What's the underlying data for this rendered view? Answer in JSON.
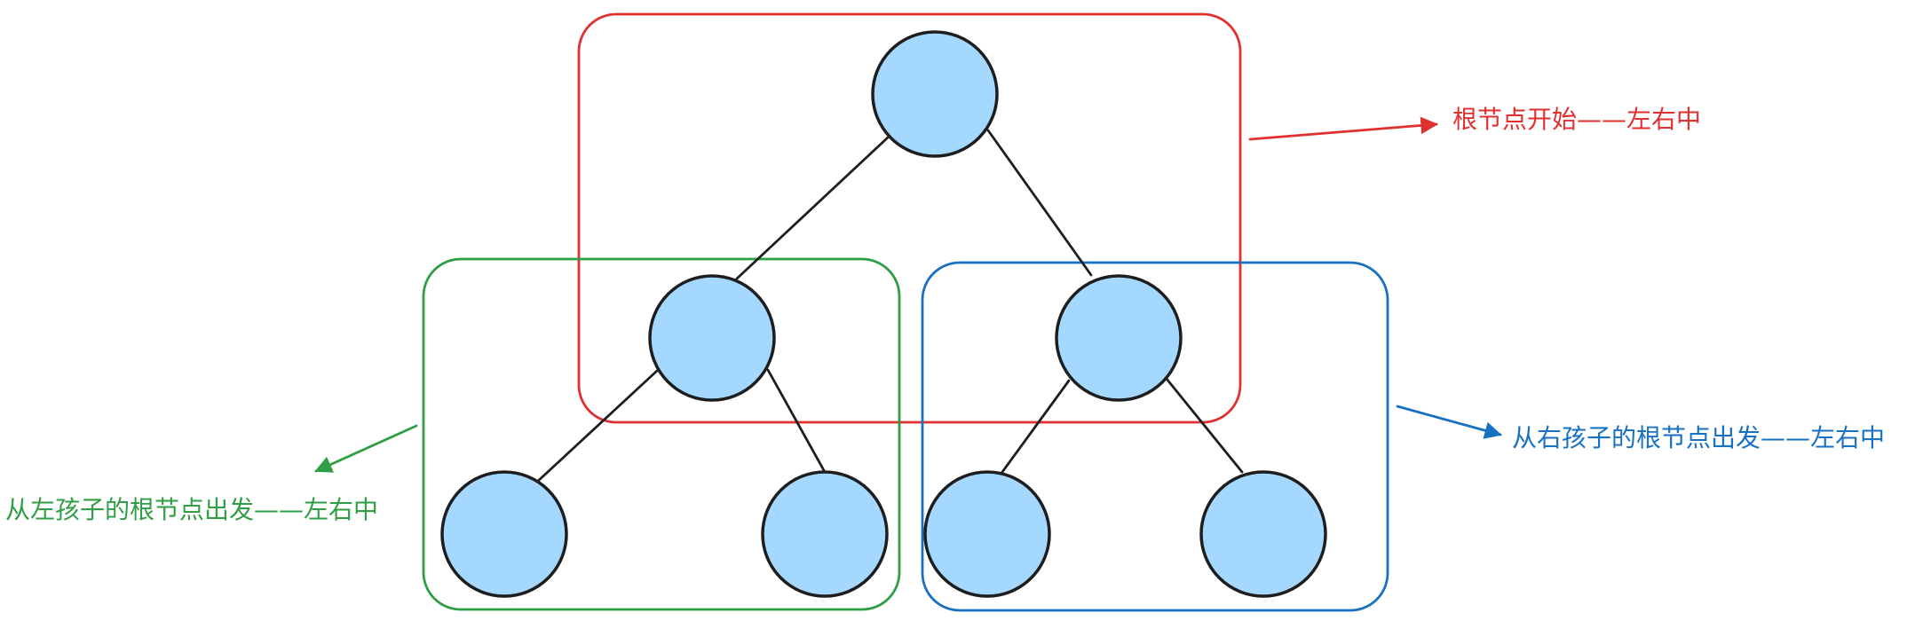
{
  "labels": {
    "root": "根节点开始——左右中",
    "left": "从左孩子的根节点出发——左右中",
    "right": "从右孩子的根节点出发——左右中"
  },
  "colors": {
    "root": "#e03131",
    "left": "#2f9e44",
    "right": "#1971c2",
    "node_fill": "#a5d8ff",
    "node_stroke": "#1e1e1e"
  }
}
